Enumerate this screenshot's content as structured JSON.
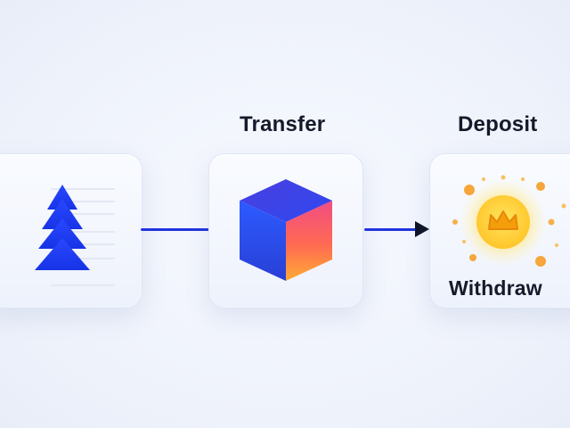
{
  "diagram": {
    "nodes": [
      {
        "id": "source",
        "label": "",
        "icon": "tree-icon"
      },
      {
        "id": "transfer",
        "label": "Transfer",
        "icon": "cube-icon"
      },
      {
        "id": "deposit",
        "label": "Deposit",
        "sublabel": "Withdraw",
        "icon": "glowing-coin-icon"
      }
    ],
    "edges": [
      {
        "from": "source",
        "to": "transfer",
        "style": "line"
      },
      {
        "from": "transfer",
        "to": "deposit",
        "style": "arrow"
      }
    ]
  },
  "colors": {
    "connector": "#2233dd",
    "tree": "#1f3ff2",
    "cube_top": "#3a49e8",
    "cube_left": "#2f56ff",
    "cube_right_start": "#f04a7a",
    "cube_right_end": "#ffa43a",
    "coin_glow": "#ffd84a",
    "coin_core": "#f6a51c"
  }
}
